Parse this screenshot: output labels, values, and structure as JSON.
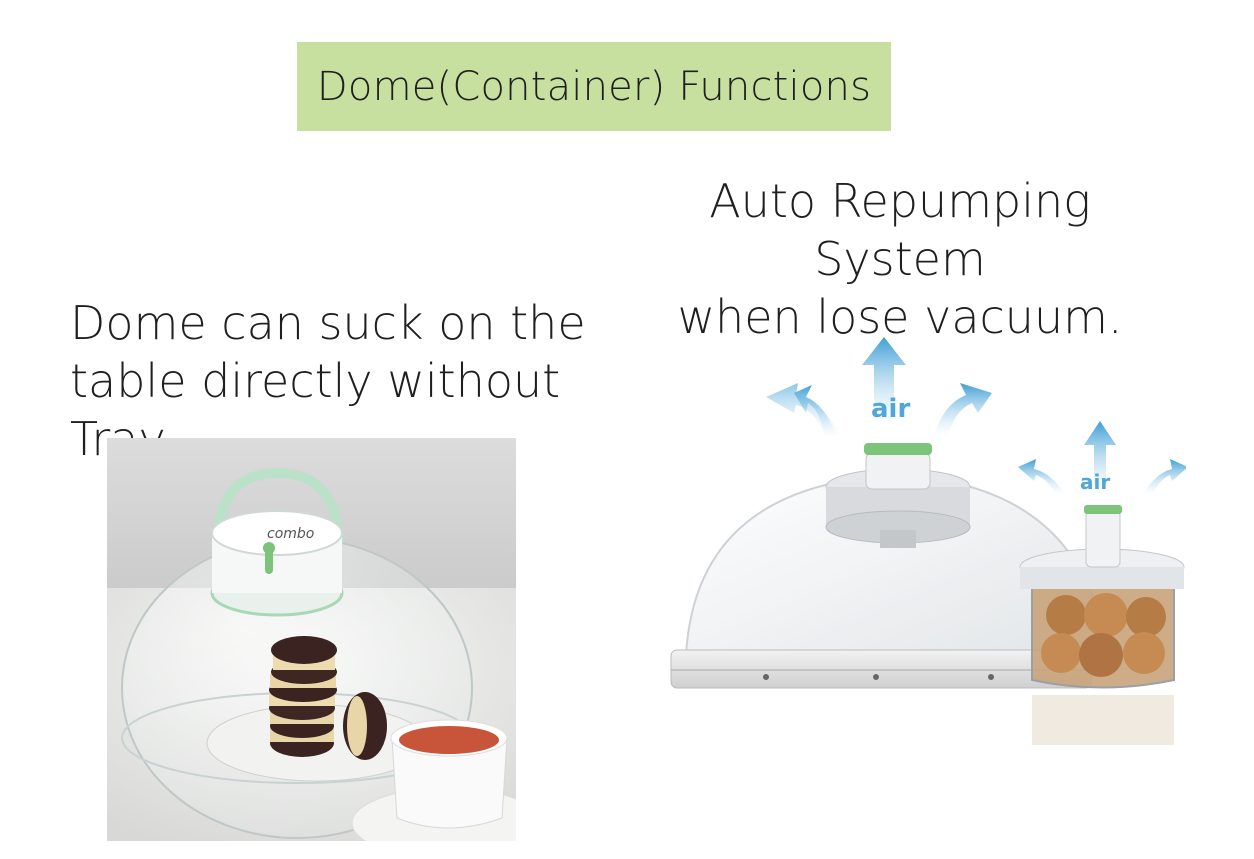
{
  "header": {
    "title": "Dome(Container) Functions"
  },
  "right_caption": {
    "line1": "Auto Repumping System",
    "line2": "when lose vacuum."
  },
  "left_caption": {
    "line1": "Dome can suck on the",
    "line2": "table directly without Tray."
  },
  "product_image": {
    "air_label_large": "air",
    "air_label_small": "air"
  },
  "photo": {
    "logo": "combo"
  },
  "colors": {
    "title_bg": "#c7e0a0",
    "air_blue": "#4fa6d8",
    "accent_green": "#7cc47a"
  }
}
